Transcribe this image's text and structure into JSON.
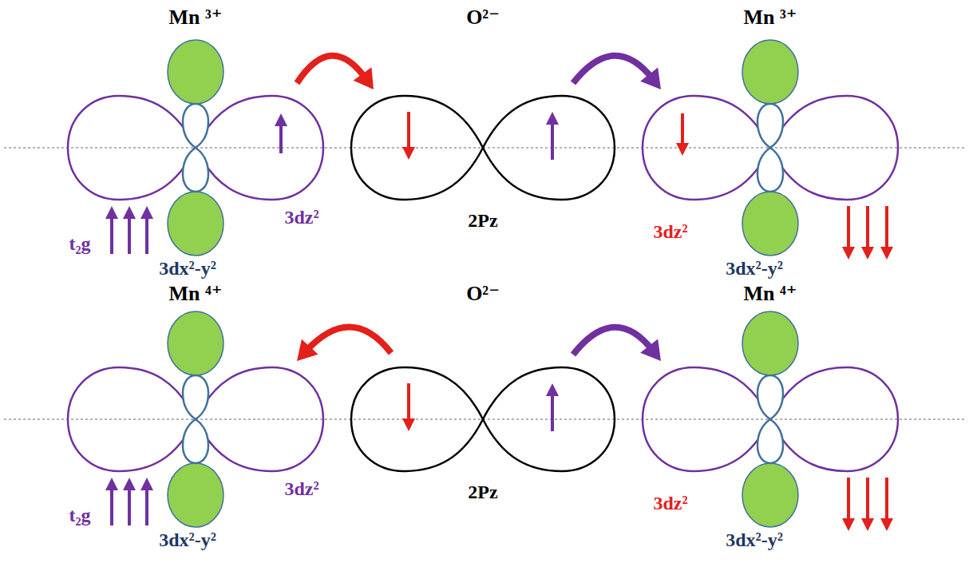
{
  "diagram": {
    "labels": [
      "Mn ³⁺",
      "O²⁻",
      "Mn ³⁺",
      "3dz²",
      "t₂g",
      "3dx²-y²",
      "2Pz",
      "3dz²",
      "3dx²-y²",
      "Mn ⁴⁺",
      "O²⁻",
      "Mn ⁴⁺",
      "3dz²",
      "t₂g",
      "3dx²-y²",
      "2Pz",
      "3dz²",
      "3dx²-y²"
    ]
  }
}
